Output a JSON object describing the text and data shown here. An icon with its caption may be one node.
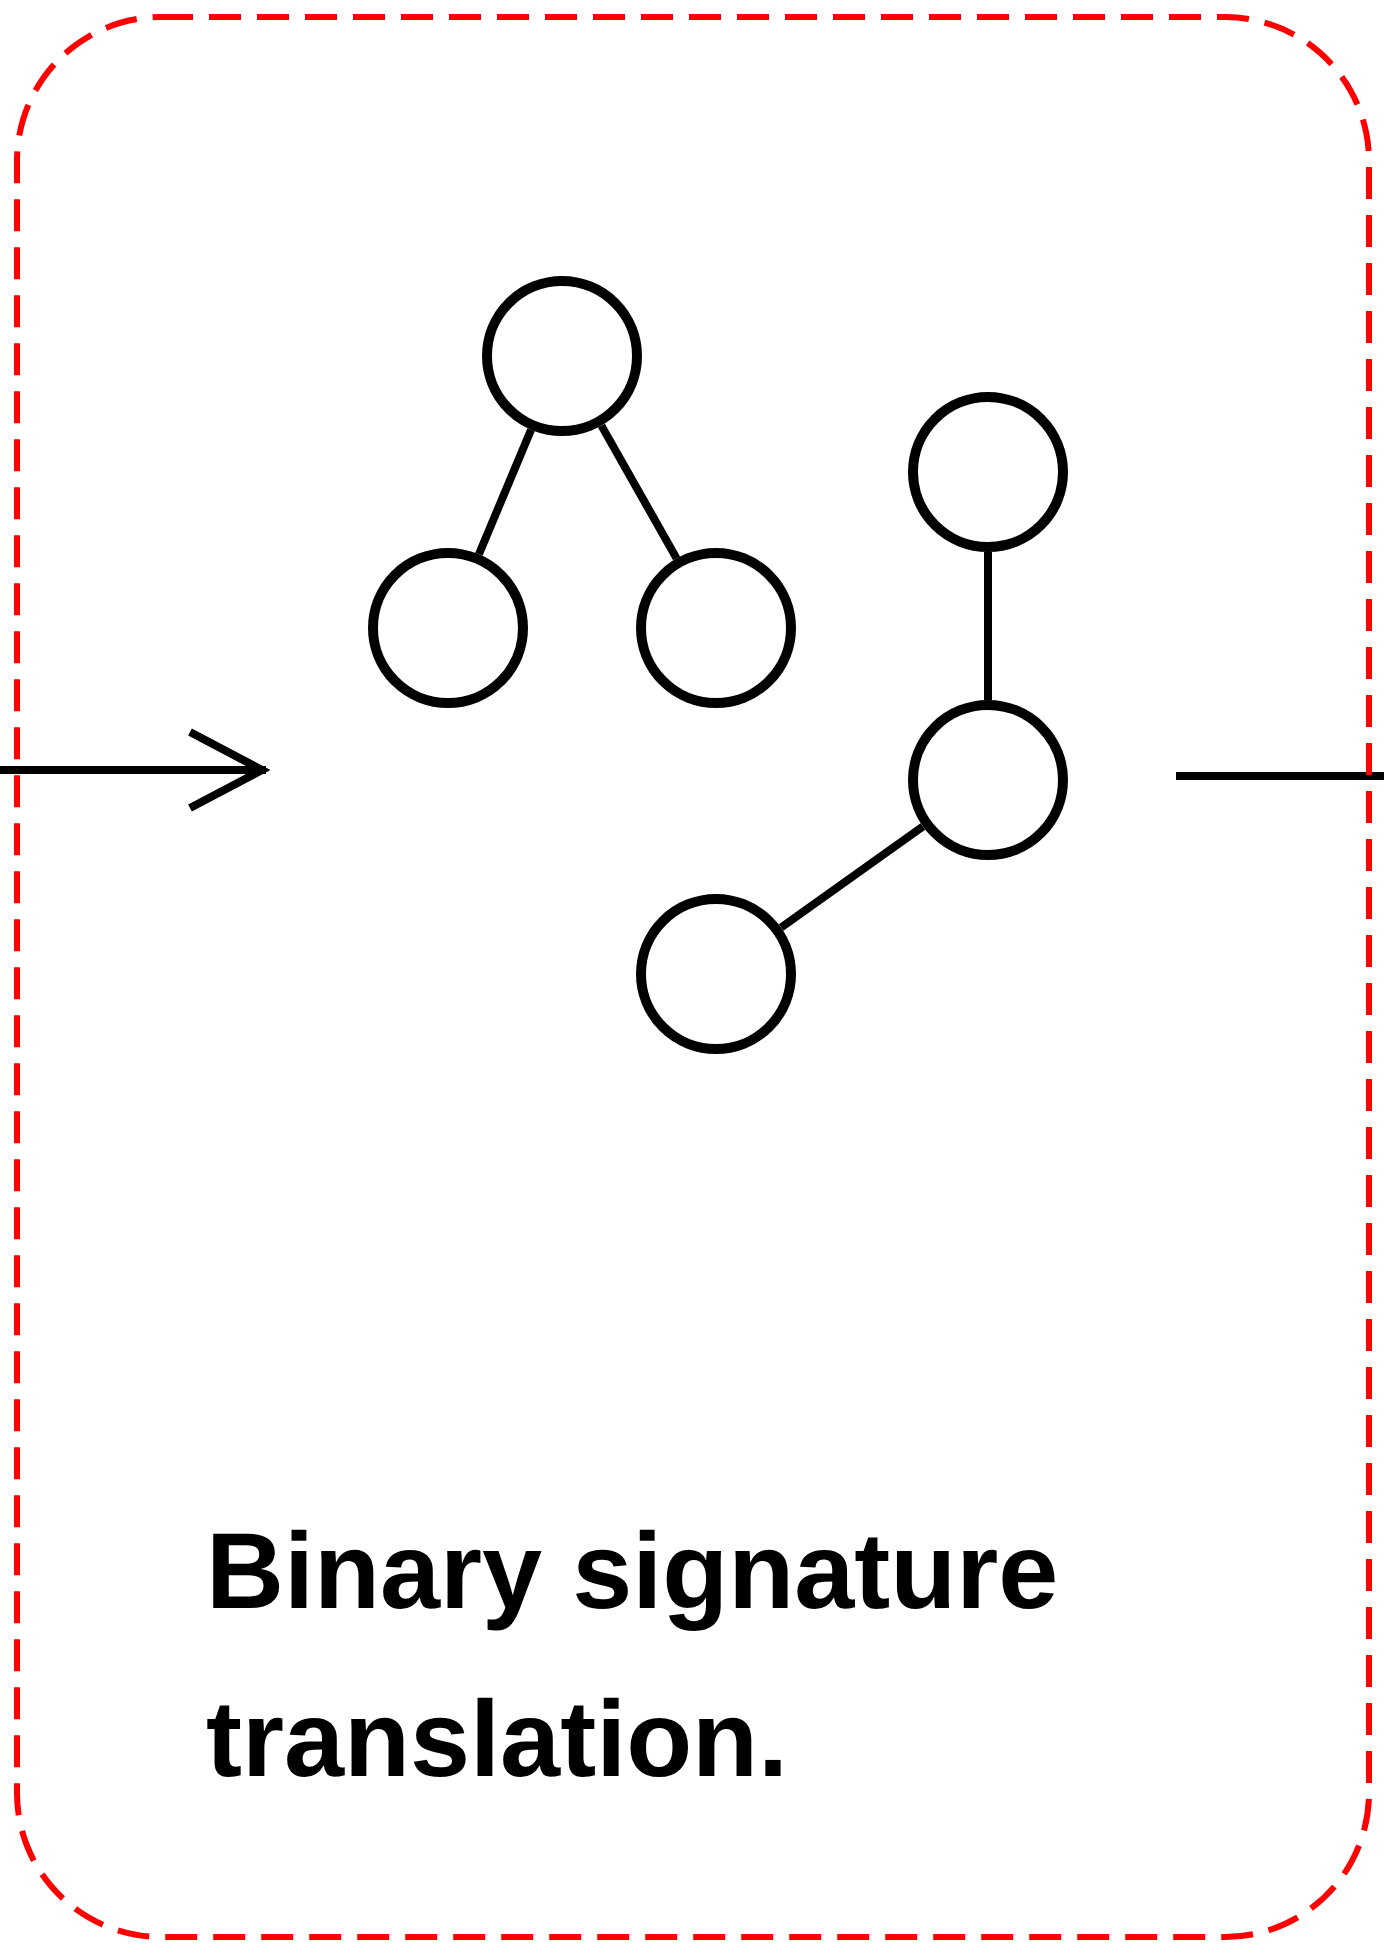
{
  "diagram": {
    "nodes": [
      {
        "text": [
          "Binary signature translation."
        ]
      },
      {
        "text": [],
        "shape": "circle",
        "in": 0
      },
      {
        "text": [],
        "shape": "circle",
        "in": 0
      },
      {
        "text": [],
        "shape": "circle",
        "in": 0
      },
      {
        "text": [],
        "shape": "circle",
        "in": 0
      },
      {
        "text": [],
        "shape": "circle",
        "in": 0
      },
      {
        "text": [],
        "shape": "circle",
        "in": 0
      }
    ],
    "edges": [
      {
        "from": 1,
        "to": 3,
        "arrow": "none"
      },
      {
        "from": 1,
        "to": 4,
        "arrow": "none"
      },
      {
        "from": 2,
        "to": 5,
        "arrow": "none"
      },
      {
        "from": 5,
        "to": 6,
        "arrow": "none"
      }
    ]
  }
}
